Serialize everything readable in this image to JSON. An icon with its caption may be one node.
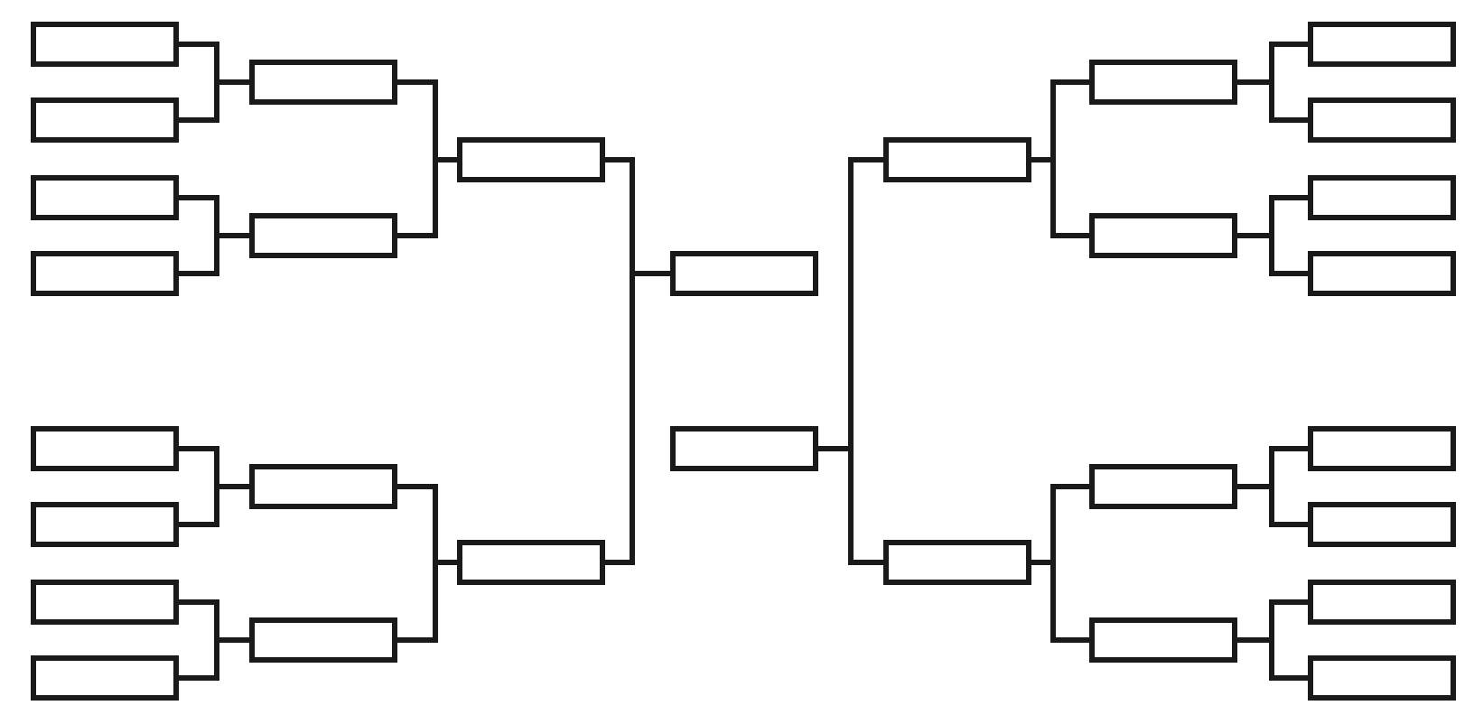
{
  "diagram": {
    "nodes": [
      {
        "text": [],
        "shape": "box"
      },
      {
        "text": [],
        "shape": "box"
      },
      {
        "text": [],
        "shape": "box"
      },
      {
        "text": [],
        "shape": "box"
      },
      {
        "text": [],
        "shape": "box"
      },
      {
        "text": [],
        "shape": "box"
      },
      {
        "text": [],
        "shape": "box"
      },
      {
        "text": [],
        "shape": "box"
      },
      {
        "text": [],
        "shape": "box"
      },
      {
        "text": [],
        "shape": "box"
      },
      {
        "text": [],
        "shape": "box"
      },
      {
        "text": [],
        "shape": "box"
      },
      {
        "text": [],
        "shape": "box"
      },
      {
        "text": [],
        "shape": "box"
      },
      {
        "text": [],
        "shape": "box"
      },
      {
        "text": [],
        "shape": "box"
      },
      {
        "text": [],
        "shape": "box"
      },
      {
        "text": [],
        "shape": "box"
      },
      {
        "text": [],
        "shape": "box"
      },
      {
        "text": [],
        "shape": "box"
      },
      {
        "text": [],
        "shape": "box"
      },
      {
        "text": [],
        "shape": "box"
      },
      {
        "text": [],
        "shape": "box"
      },
      {
        "text": [],
        "shape": "box"
      },
      {
        "text": [],
        "shape": "box"
      },
      {
        "text": [],
        "shape": "box"
      },
      {
        "text": [],
        "shape": "box"
      },
      {
        "text": [],
        "shape": "box"
      },
      {
        "text": [],
        "shape": "box"
      },
      {
        "text": [],
        "shape": "box"
      }
    ],
    "edges": [
      {
        "from": 0,
        "to": 8,
        "arrow": "none"
      },
      {
        "from": 1,
        "to": 8,
        "arrow": "none"
      },
      {
        "from": 2,
        "to": 9,
        "arrow": "none"
      },
      {
        "from": 3,
        "to": 9,
        "arrow": "none"
      },
      {
        "from": 4,
        "to": 10,
        "arrow": "none"
      },
      {
        "from": 5,
        "to": 10,
        "arrow": "none"
      },
      {
        "from": 6,
        "to": 11,
        "arrow": "none"
      },
      {
        "from": 7,
        "to": 11,
        "arrow": "none"
      },
      {
        "from": 8,
        "to": 12,
        "arrow": "none"
      },
      {
        "from": 9,
        "to": 12,
        "arrow": "none"
      },
      {
        "from": 10,
        "to": 13,
        "arrow": "none"
      },
      {
        "from": 11,
        "to": 13,
        "arrow": "none"
      },
      {
        "from": 12,
        "to": 14,
        "arrow": "none"
      },
      {
        "from": 13,
        "to": 14,
        "arrow": "none"
      },
      {
        "from": 15,
        "to": 16,
        "arrow": "none"
      },
      {
        "from": 15,
        "to": 17,
        "arrow": "none"
      },
      {
        "from": 16,
        "to": 18,
        "arrow": "none"
      },
      {
        "from": 16,
        "to": 19,
        "arrow": "none"
      },
      {
        "from": 17,
        "to": 20,
        "arrow": "none"
      },
      {
        "from": 17,
        "to": 21,
        "arrow": "none"
      },
      {
        "from": 18,
        "to": 22,
        "arrow": "none"
      },
      {
        "from": 18,
        "to": 23,
        "arrow": "none"
      },
      {
        "from": 19,
        "to": 24,
        "arrow": "none"
      },
      {
        "from": 19,
        "to": 25,
        "arrow": "none"
      },
      {
        "from": 20,
        "to": 26,
        "arrow": "none"
      },
      {
        "from": 20,
        "to": 27,
        "arrow": "none"
      },
      {
        "from": 21,
        "to": 28,
        "arrow": "none"
      },
      {
        "from": 21,
        "to": 29,
        "arrow": "none"
      }
    ]
  }
}
